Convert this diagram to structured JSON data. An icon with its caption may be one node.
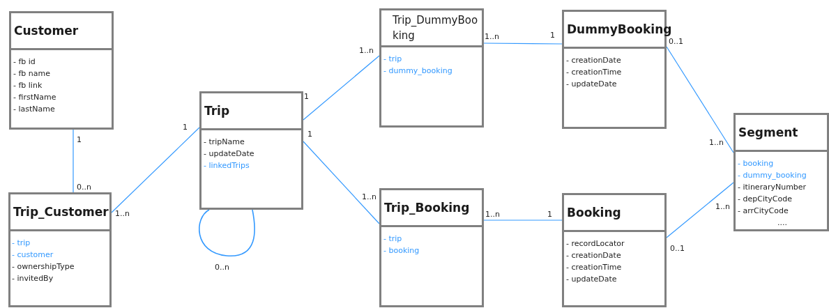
{
  "diagram": {
    "nodes": [
      {
        "text": [
          "Customer",
          "- fb id",
          "- fb name",
          "- fb link",
          "- firstName",
          "- lastName"
        ]
      },
      {
        "text": [
          "Trip_Customer",
          "- trip",
          "- customer",
          "- ownershipType",
          "- invitedBy"
        ]
      },
      {
        "text": [
          "Trip",
          "- tripName",
          "- updateDate",
          "- linkedTrips"
        ]
      },
      {
        "text": [
          "Trip_DummyBooking",
          "- trip",
          "- dummy_booking"
        ]
      },
      {
        "text": [
          "Trip_Booking",
          "- trip",
          "- booking"
        ]
      },
      {
        "text": [
          "DummyBooking",
          "- creationDate",
          "- creationTime",
          "- updateDate"
        ]
      },
      {
        "text": [
          "Booking",
          "- recordLocator",
          "- creationDate",
          "- creationTime",
          "- updateDate"
        ]
      },
      {
        "text": [
          "Segment",
          "- booking",
          "- dummy_booking",
          "- itineraryNumber",
          "- depCityCode",
          "- arrCityCode",
          "...."
        ]
      }
    ],
    "edges": [
      {
        "from": 0,
        "to": 1,
        "arrow": "none"
      },
      {
        "from": 1,
        "to": 2,
        "arrow": "none"
      },
      {
        "from": 2,
        "to": 2,
        "arrow": "none"
      },
      {
        "from": 2,
        "to": 3,
        "arrow": "none"
      },
      {
        "from": 2,
        "to": 4,
        "arrow": "none"
      },
      {
        "from": 3,
        "to": 5,
        "arrow": "none"
      },
      {
        "from": 4,
        "to": 6,
        "arrow": "none"
      },
      {
        "from": 5,
        "to": 7,
        "arrow": "none"
      },
      {
        "from": 6,
        "to": 7,
        "arrow": "none"
      }
    ],
    "labels": [
      "1..n",
      "1",
      "1..n",
      "0..1",
      "1",
      "1",
      "1",
      "1",
      "1..n",
      "0..n",
      "1..n",
      "1..n",
      "1",
      "1..n",
      "1..n",
      "0..1",
      "0..n"
    ]
  }
}
